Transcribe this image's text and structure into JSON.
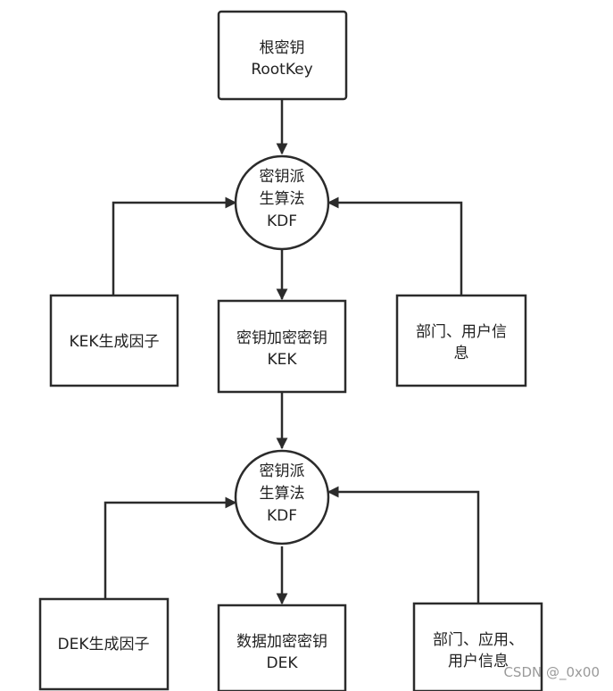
{
  "nodes": {
    "root_key": {
      "line1": "根密钥",
      "line2": "RootKey"
    },
    "kdf_1": {
      "line1": "密钥派",
      "line2": "生算法",
      "line3": "KDF"
    },
    "kek_factor": {
      "line1": "KEK生成因子"
    },
    "kek": {
      "line1": "密钥加密密钥",
      "line2": "KEK"
    },
    "dept_user_1": {
      "line1": "部门、用户信",
      "line2": "息"
    },
    "kdf_2": {
      "line1": "密钥派",
      "line2": "生算法",
      "line3": "KDF"
    },
    "dek_factor": {
      "line1": "DEK生成因子"
    },
    "dek": {
      "line1": "数据加密密钥",
      "line2": "DEK"
    },
    "dept_app_user": {
      "line1": "部门、应用、",
      "line2": "用户信息"
    }
  },
  "watermark": "CSDN @_0x00",
  "colors": {
    "stroke": "#2b2b2b",
    "text": "#222222",
    "watermark": "#9a9a9a"
  }
}
